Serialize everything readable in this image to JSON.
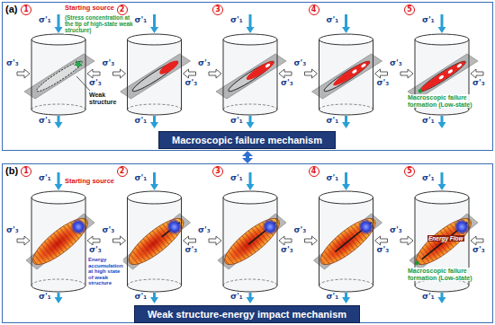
{
  "diagram": {
    "nodes": [
      {
        "text": [
          "(a)"
        ]
      },
      {
        "text": [
          "Macroscopic failure mechanism"
        ],
        "in": 0
      },
      {
        "text": [
          "(b)"
        ]
      },
      {
        "text": [
          "Weak structure-energy impact mechanism"
        ],
        "in": 2
      }
    ],
    "edges": [
      {
        "from": 0,
        "to": 2,
        "arrow": "both"
      }
    ],
    "labels": [
      "1",
      "σ'₁",
      "σ'₃",
      "σ'₃",
      "σ'₁",
      "2",
      "σ'₁",
      "σ'₃",
      "σ'₃",
      "σ'₁",
      "3",
      "σ'₁",
      "σ'₃",
      "σ'₃",
      "σ'₁",
      "4",
      "σ'₁",
      "σ'₃",
      "σ'₃",
      "σ'₁",
      "5",
      "σ'₁",
      "σ'₃",
      "σ'₃",
      "σ'₁",
      "Starting source",
      "(Stress concentration at the tip of high-state weak structure)",
      "Weak structure",
      "Macroscopic failure formation (Low-state)",
      "1",
      "σ'₁",
      "σ'₃",
      "σ'₃",
      "σ'₁",
      "2",
      "σ'₁",
      "σ'₃",
      "σ'₃",
      "σ'₁",
      "3",
      "σ'₁",
      "σ'₃",
      "σ'₃",
      "σ'₁",
      "4",
      "σ'₁",
      "σ'₃",
      "σ'₃",
      "σ'₁",
      "5",
      "σ'₁",
      "σ'₃",
      "σ'₃",
      "σ'₁",
      "Starting source",
      "Energy accumulation at high state of weak structure",
      "Energy Flow",
      "Macroscopic failure formation (Low-state)"
    ]
  }
}
